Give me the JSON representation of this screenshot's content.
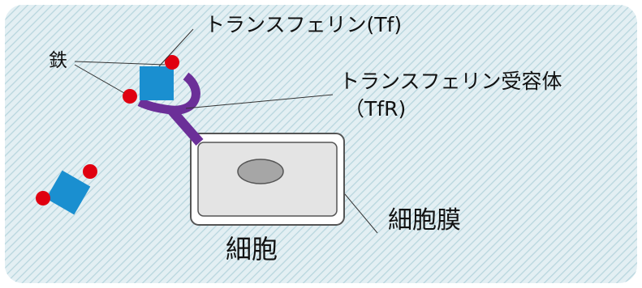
{
  "labels": {
    "transferrin": "トランスフェリン(Tf)",
    "receptor_line1": "トランスフェリン受容体",
    "receptor_line2": "（TfR)",
    "iron": "鉄",
    "cell": "細胞",
    "cell_membrane": "細胞膜"
  },
  "colors": {
    "hatch_background": "#e3eff3",
    "hatch_line": "#b8d6de",
    "transferrin_square": "#1a8fd0",
    "iron_dot": "#e00010",
    "receptor": "#6b2f98",
    "cell_outer_fill": "#ffffff",
    "cell_inner_fill": "#e4e4e4",
    "nucleus": "#a6a6a6",
    "outline": "#555555"
  }
}
